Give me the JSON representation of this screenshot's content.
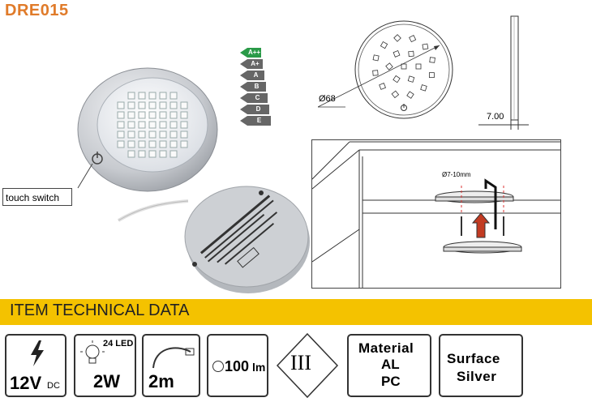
{
  "product": {
    "code": "DRE015"
  },
  "energy_classes": [
    "A++",
    "A+",
    "A",
    "B",
    "C",
    "D",
    "E"
  ],
  "callout": {
    "touch_switch": "touch switch"
  },
  "dimensions": {
    "diameter": "Ø68",
    "height": "7.00",
    "hole": "Ø7-10mm"
  },
  "banner": {
    "title": "ITEM TECHNICAL DATA"
  },
  "specs": {
    "voltage": {
      "value": "12V",
      "unit": "DC"
    },
    "power": {
      "led_count": "24 LED",
      "watts": "2W"
    },
    "cable": {
      "length": "2m"
    },
    "lumen": {
      "value": "100",
      "unit": "lm"
    },
    "class": {
      "roman": "III"
    },
    "material": {
      "label": "Material",
      "line1": "AL",
      "line2": "PC"
    },
    "surface": {
      "label": "Surface",
      "value": "Silver"
    }
  },
  "colors": {
    "brand": "#e07b2a",
    "banner": "#f4c200",
    "energy_active": "#2a9a48"
  },
  "icons": [
    "lightning-icon",
    "bulb-icon",
    "cable-icon",
    "lumen-icon",
    "power-icon"
  ]
}
